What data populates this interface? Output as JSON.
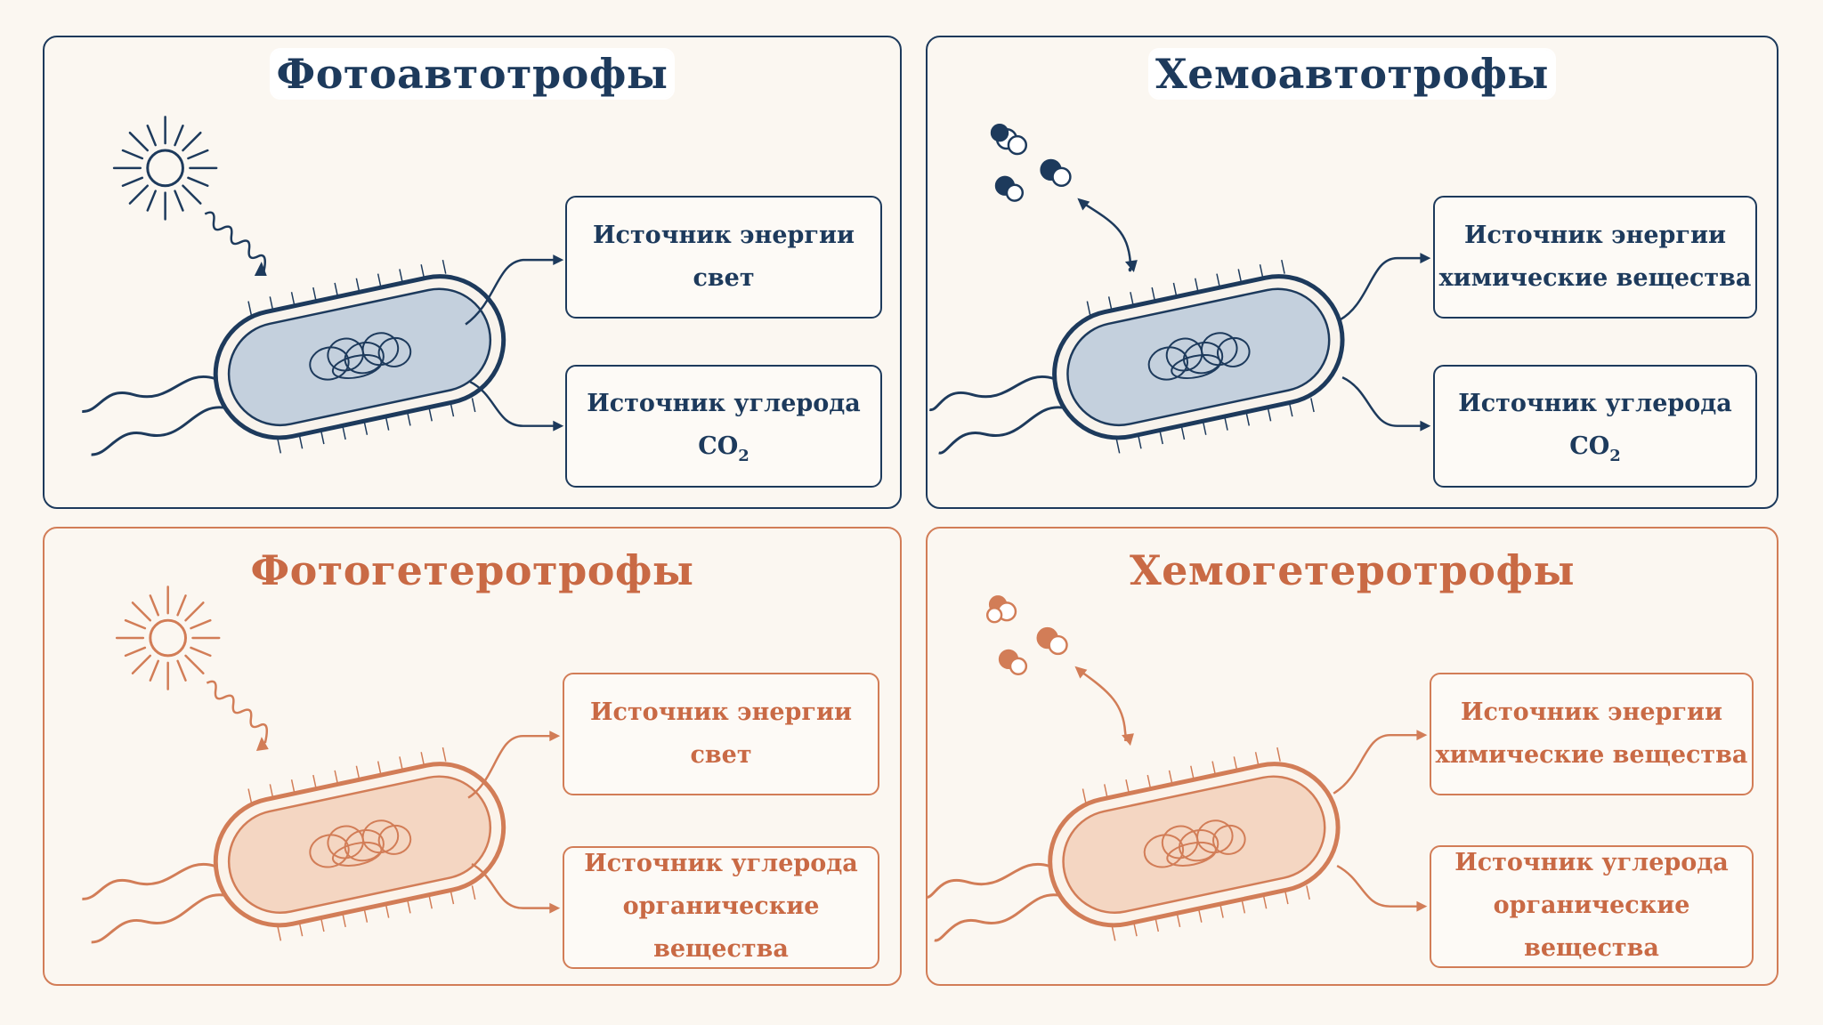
{
  "panels": [
    {
      "title": "Фотоавтотрофы",
      "energy": {
        "label": "Источник энергии",
        "value": "свет"
      },
      "carbon": {
        "label": "Источник углерода",
        "value_main": "CO",
        "value_sub": "2"
      }
    },
    {
      "title": "Хемоавтотрофы",
      "energy": {
        "label": "Источник энергии",
        "value": "химические вещества"
      },
      "carbon": {
        "label": "Источник углерода",
        "value_main": "CO",
        "value_sub": "2"
      }
    },
    {
      "title": "Фотогетеротрофы",
      "energy": {
        "label": "Источник энергии",
        "value": "свет"
      },
      "carbon": {
        "label": "Источник углерода",
        "value_main": "органические вещества",
        "value_sub": ""
      }
    },
    {
      "title": "Хемогетеротрофы",
      "energy": {
        "label": "Источник энергии",
        "value": "химические вещества"
      },
      "carbon": {
        "label": "Источник углерода",
        "value_main": "органические вещества",
        "value_sub": ""
      }
    }
  ],
  "colors": {
    "background": "#fbf7f1",
    "autotroph_accent": "#1d3a5c",
    "autotroph_cell_fill": "#c4d0dd",
    "heterotroph_accent": "#d27d57",
    "heterotroph_cell_fill": "#f4d6c2"
  },
  "icons": {
    "photo_energy": "sun-icon",
    "chemo_energy": "molecules-icon",
    "organism": "bacterium-icon"
  }
}
